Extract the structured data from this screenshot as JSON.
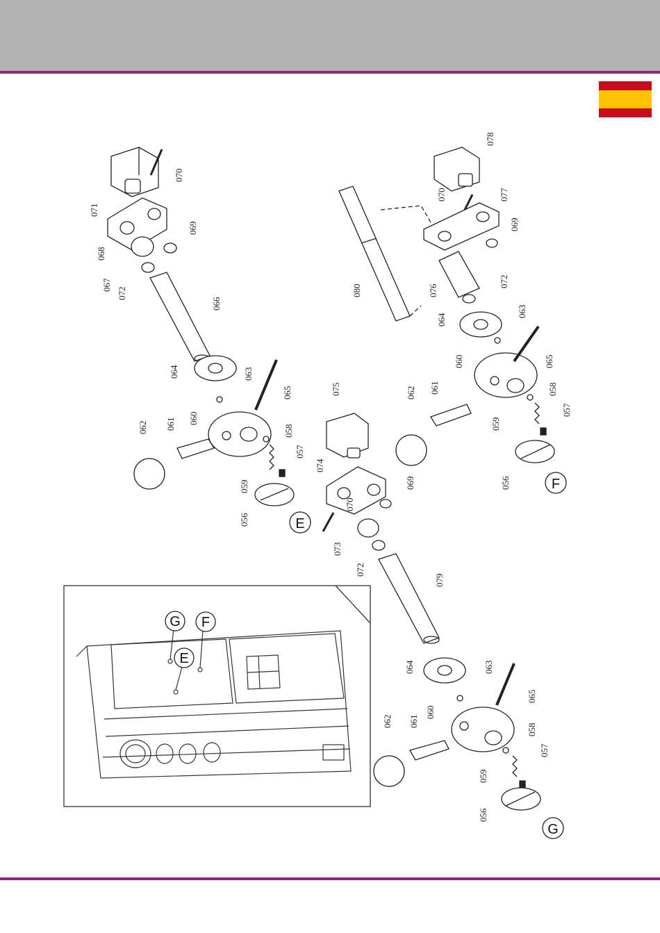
{
  "colors": {
    "header_band": "#b2b2b2",
    "accent_line": "#8d2a7a",
    "flag_red": "#c60b1e",
    "flag_yellow": "#ffc400",
    "ink": "#222222"
  },
  "flag": {
    "name": "spain-flag-icon"
  },
  "overview": {
    "markers": [
      "G",
      "E",
      "F"
    ]
  },
  "groups": {
    "E": "E",
    "F": "F",
    "G": "G"
  },
  "parts": {
    "p056": "056",
    "p057": "057",
    "p058": "058",
    "p059": "059",
    "p060": "060",
    "p061": "061",
    "p062": "062",
    "p063": "063",
    "p064": "064",
    "p065": "065",
    "p066": "066",
    "p067": "067",
    "p068": "068",
    "p069": "069",
    "p070": "070",
    "p071": "071",
    "p072": "072",
    "p073": "073",
    "p074": "074",
    "p075": "075",
    "p076": "076",
    "p077": "077",
    "p078": "078",
    "p079": "079",
    "p080": "080"
  }
}
